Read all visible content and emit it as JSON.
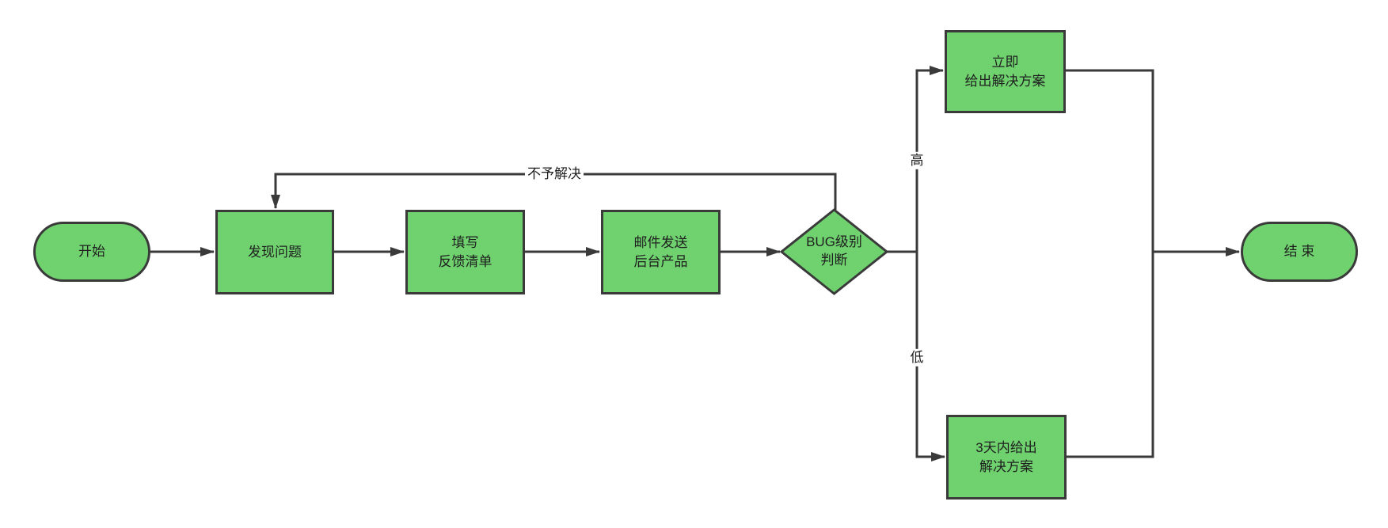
{
  "colors": {
    "node_fill": "#6fd26f",
    "node_border": "#3a3a3a",
    "connector": "#3a3a3a",
    "text": "#1f1f1f",
    "canvas": "#ffffff"
  },
  "nodes": {
    "start": {
      "type": "terminator",
      "label": "开始"
    },
    "discover": {
      "type": "process",
      "label": "发现问题"
    },
    "fill_form": {
      "type": "process",
      "label": "填写\n反馈清单"
    },
    "email": {
      "type": "process",
      "label": "邮件发送\n后台产品"
    },
    "decision": {
      "type": "decision",
      "label": "BUG级别\n判断"
    },
    "immediate": {
      "type": "process",
      "label": "立即\n给出解决方案"
    },
    "three_days": {
      "type": "process",
      "label": "3天内给出\n解决方案"
    },
    "end": {
      "type": "terminator",
      "label": "结 束"
    }
  },
  "edges": {
    "high_label": "高",
    "low_label": "低",
    "not_resolved_label": "不予解决"
  }
}
